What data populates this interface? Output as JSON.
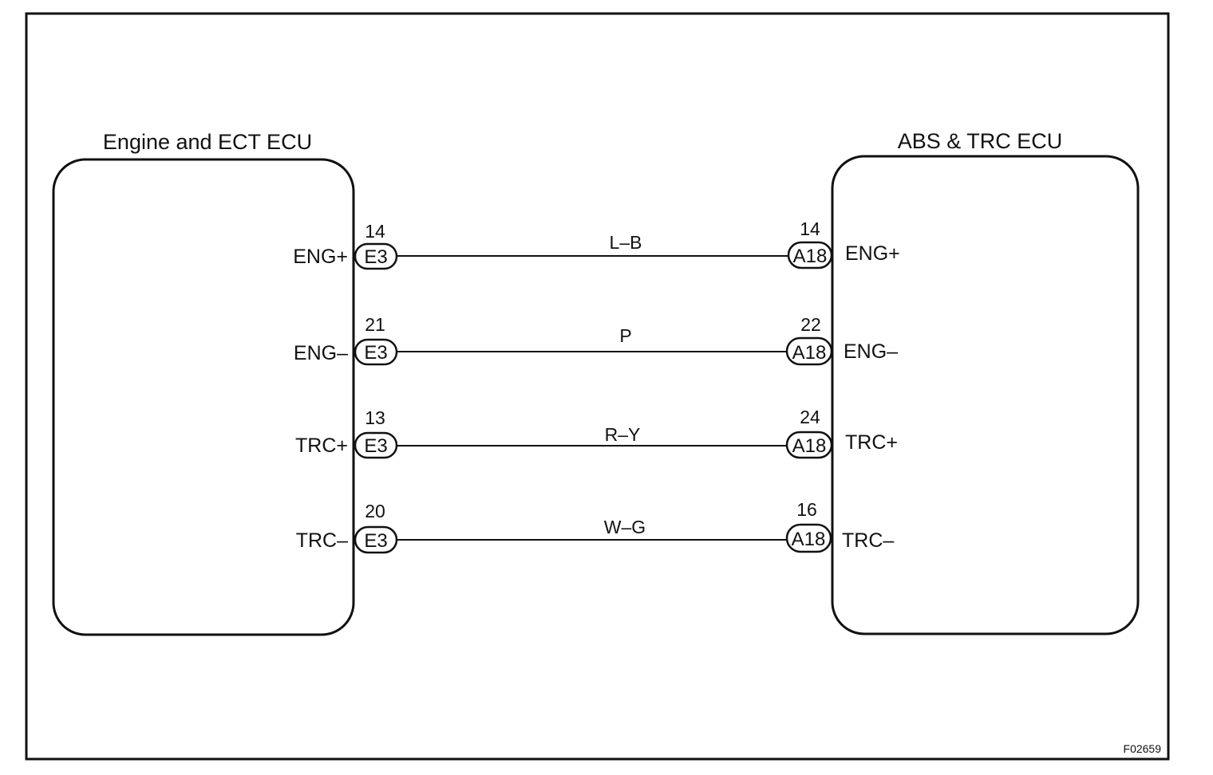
{
  "figure_id": "F02659",
  "left_ecu": {
    "name": "Engine and ECT ECU",
    "connector": "E3"
  },
  "right_ecu": {
    "name": "ABS & TRC ECU",
    "connector": "A18"
  },
  "wires": [
    {
      "left_terminal": "ENG+",
      "left_pin": "14",
      "color_code": "L–B",
      "right_pin": "14",
      "right_terminal": "ENG+"
    },
    {
      "left_terminal": "ENG–",
      "left_pin": "21",
      "color_code": "P",
      "right_pin": "22",
      "right_terminal": "ENG–"
    },
    {
      "left_terminal": "TRC+",
      "left_pin": "13",
      "color_code": "R–Y",
      "right_pin": "24",
      "right_terminal": "TRC+"
    },
    {
      "left_terminal": "TRC–",
      "left_pin": "20",
      "color_code": "W–G",
      "right_pin": "16",
      "right_terminal": "TRC–"
    }
  ]
}
